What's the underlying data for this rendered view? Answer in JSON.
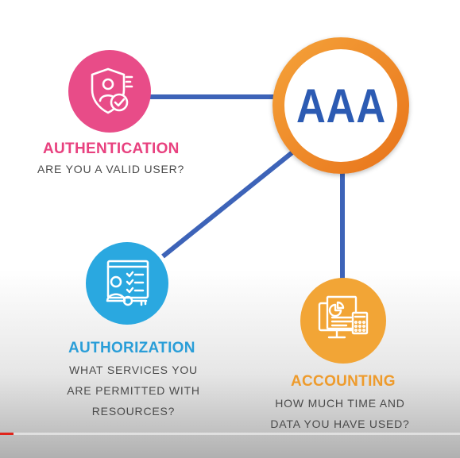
{
  "hub": {
    "label": "AAA"
  },
  "authentication": {
    "title": "AUTHENTICATION",
    "subtitle": "ARE YOU A VALID USER?"
  },
  "authorization": {
    "title": "AUTHORIZATION",
    "lines": [
      "WHAT SERVICES YOU",
      "ARE PERMITTED WITH",
      "RESOURCES?"
    ]
  },
  "accounting": {
    "title": "ACCOUNTING",
    "lines": [
      "HOW MUCH TIME AND",
      "DATA YOU HAVE USED?"
    ]
  },
  "icons": {
    "authentication": "user-shield-check-icon",
    "authorization": "user-key-checklist-icon",
    "accounting": "computer-report-icon"
  },
  "colors": {
    "hub_ring": "#ee8a2a",
    "hub_text": "#2c5bb3",
    "connector": "#3d63b8",
    "authentication": "#e84c88",
    "authorization": "#2aa8e0",
    "accounting": "#f2a536"
  },
  "video_progress": 0.03
}
